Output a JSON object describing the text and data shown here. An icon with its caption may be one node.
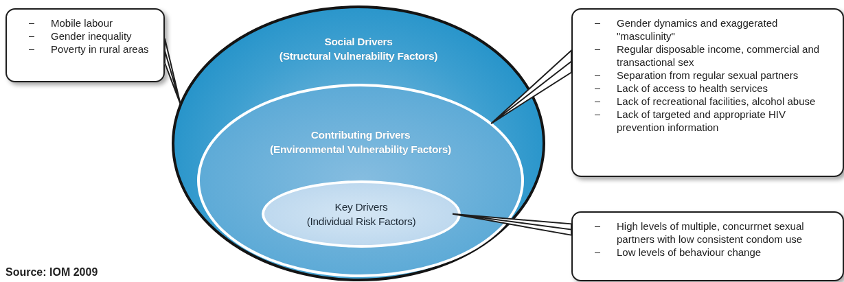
{
  "diagram": {
    "nodes": [
      {
        "text": [
          "Social Drivers",
          "(Structural Vulnerability Factors)"
        ]
      },
      {
        "text": [
          "Contributing Drivers",
          "(Environmental Vulnerability Factors)"
        ],
        "in": 0
      },
      {
        "text": [
          "Key Drivers",
          "(Individual Risk Factors)"
        ],
        "in": 1
      },
      {
        "text": [
          "Mobile labour",
          "Gender inequality",
          "Poverty in rural areas"
        ]
      },
      {
        "text": [
          "Gender dynamics and exaggerated \"masculinity\"",
          "Regular disposable income, commercial and transactional sex",
          "Separation from regular sexual partners",
          "Lack of access to health services",
          "Lack of recreational facilities, alcohol abuse",
          "Lack of targeted and appropriate HIV prevention information"
        ]
      },
      {
        "text": [
          "High levels of multiple, concurrnet sexual partners with low consistent condom use",
          "Low levels of behaviour change"
        ]
      }
    ],
    "edges": [
      {
        "from": 3,
        "to": 0,
        "arrow": "none"
      },
      {
        "from": 4,
        "to": 1,
        "arrow": "none"
      },
      {
        "from": 5,
        "to": 2,
        "arrow": "none"
      }
    ],
    "labels": [
      "Source: IOM 2009"
    ]
  }
}
